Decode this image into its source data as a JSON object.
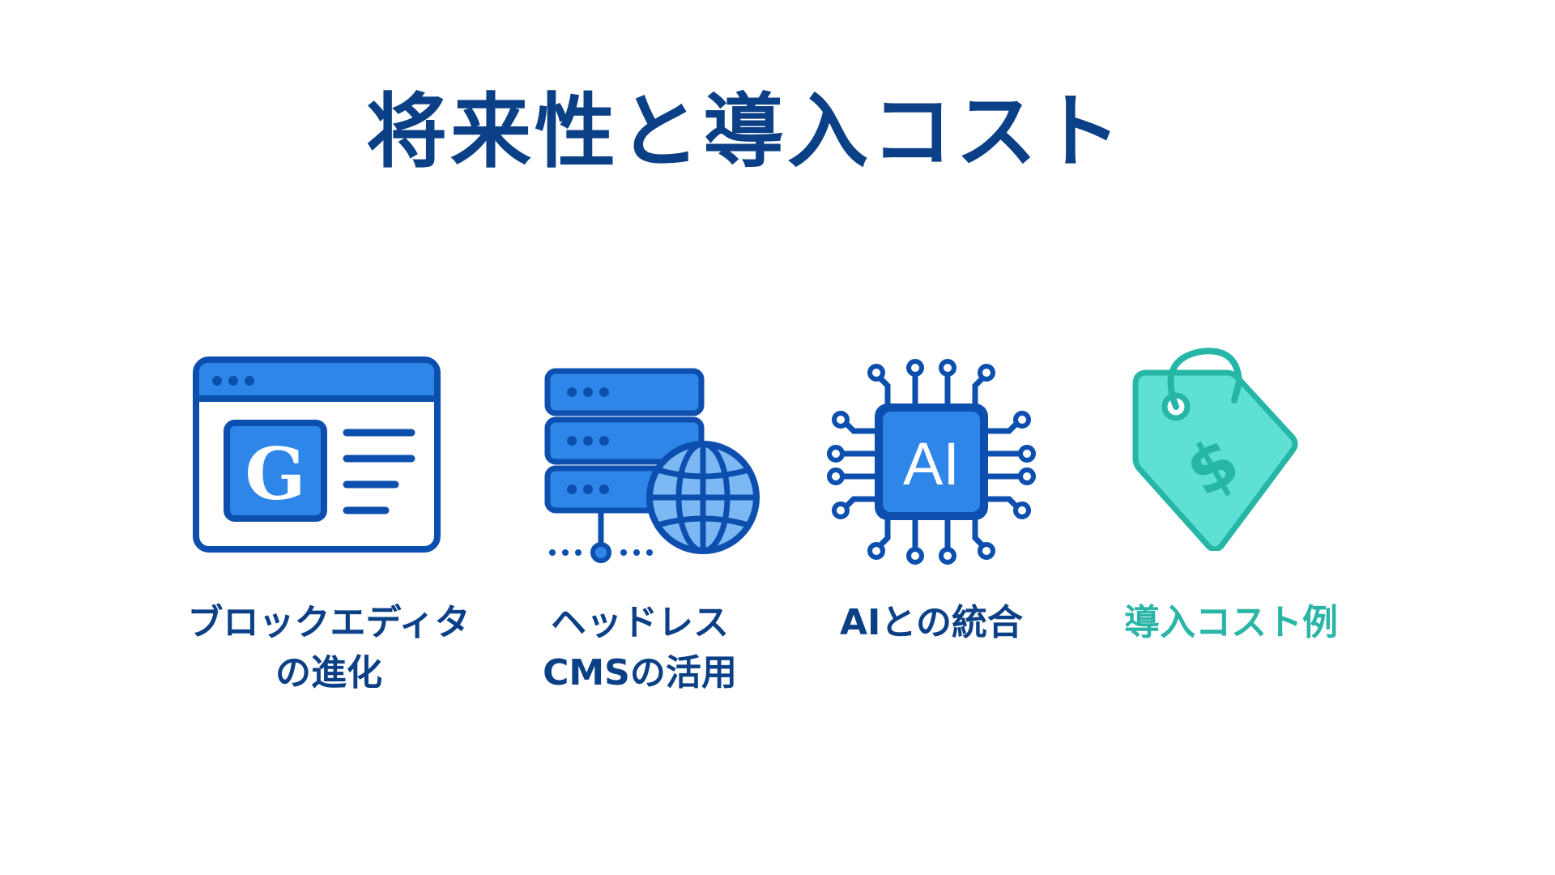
{
  "page": {
    "title": "将来性と導入コスト"
  },
  "colors": {
    "title": "#0b3f86",
    "primary_blue": "#2f86e9",
    "outline_blue": "#0d4fae",
    "teal_fill": "#5ee0d4",
    "teal_outline": "#25b6a6",
    "teal_label": "#2bb5a6"
  },
  "features": [
    {
      "icon": "browser-window-icon",
      "icon_letter": "G",
      "label_lines": [
        "ブロックエディタ",
        "の進化"
      ]
    },
    {
      "icon": "server-globe-icon",
      "label_lines": [
        "ヘッドレス",
        "CMSの活用"
      ]
    },
    {
      "icon": "ai-chip-icon",
      "icon_letter": "AI",
      "label_lines": [
        "AIとの統合"
      ]
    },
    {
      "icon": "price-tag-icon",
      "icon_letter": "$",
      "label_lines": [
        "導入コスト例"
      ]
    }
  ]
}
